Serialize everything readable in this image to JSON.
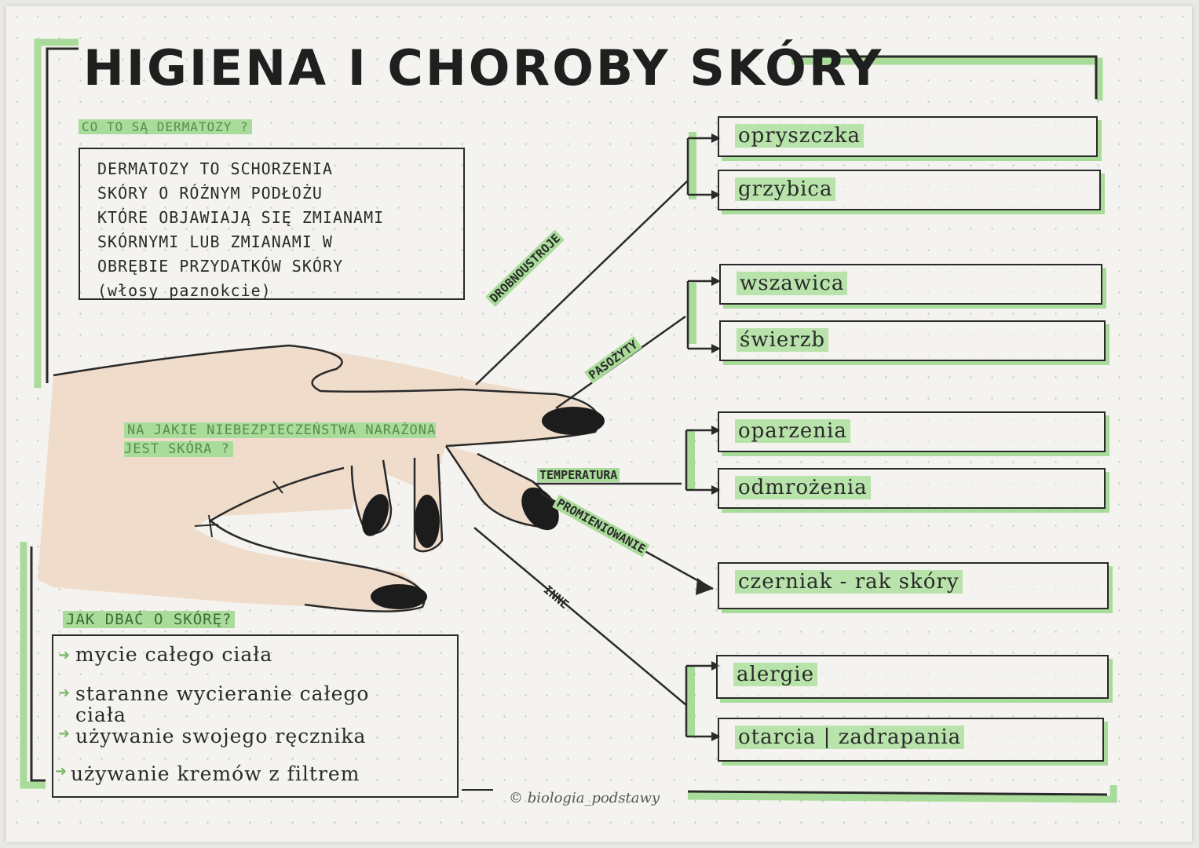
{
  "title": "HIGIENA I CHOROBY SKÓRY",
  "definition": {
    "question": "CO TO SĄ DERMATOZY ?",
    "text": "DERMATOZY TO SCHORZENIA\nSKÓRY O RÓŻNYM PODŁOŻU\nKTÓRE OBJAWIAJĄ SIĘ ZMIANAMI\nSKÓRNYMI LUB ZMIANAMI W\nOBRĘBIE PRZYDATKÓW SKÓRY\n(włosy paznokcie)"
  },
  "dangers_question": "NA JAKIE NIEBEZPIECZEŃSTWA NARAŻONA JEST SKÓRA ?",
  "care": {
    "question": "JAK DBAĆ O SKÓRĘ?",
    "items": [
      "mycie całego ciała",
      "staranne wycieranie całego ciała",
      "używanie swojego ręcznika",
      "używanie kremów z filtrem"
    ]
  },
  "branches": {
    "drobnoustroje": "DROBNOUSTROJE",
    "pasozyty": "PASOŻYTY",
    "temperatura": "TEMPERATURA",
    "promieniowanie": "PROMIENIOWANIE",
    "inne": "INNE"
  },
  "diseases": {
    "opryszczka": "opryszczka",
    "grzybica": "grzybica",
    "wszawica": "wszawica",
    "swierzb": "świerzb",
    "oparzenia": "oparzenia",
    "odmrozenia": "odmrożenia",
    "czerniak": "czerniak - rak skóry",
    "alergie": "alergie",
    "otarcia": "otarcia | zadrapania"
  },
  "credit": "© biologia_podstawy",
  "colors": {
    "highlight": "#a9dc9a",
    "ink": "#2a2a2a",
    "paper": "#f4f3ef",
    "skin": "#f0dccb",
    "nail": "#1c1c1c"
  }
}
